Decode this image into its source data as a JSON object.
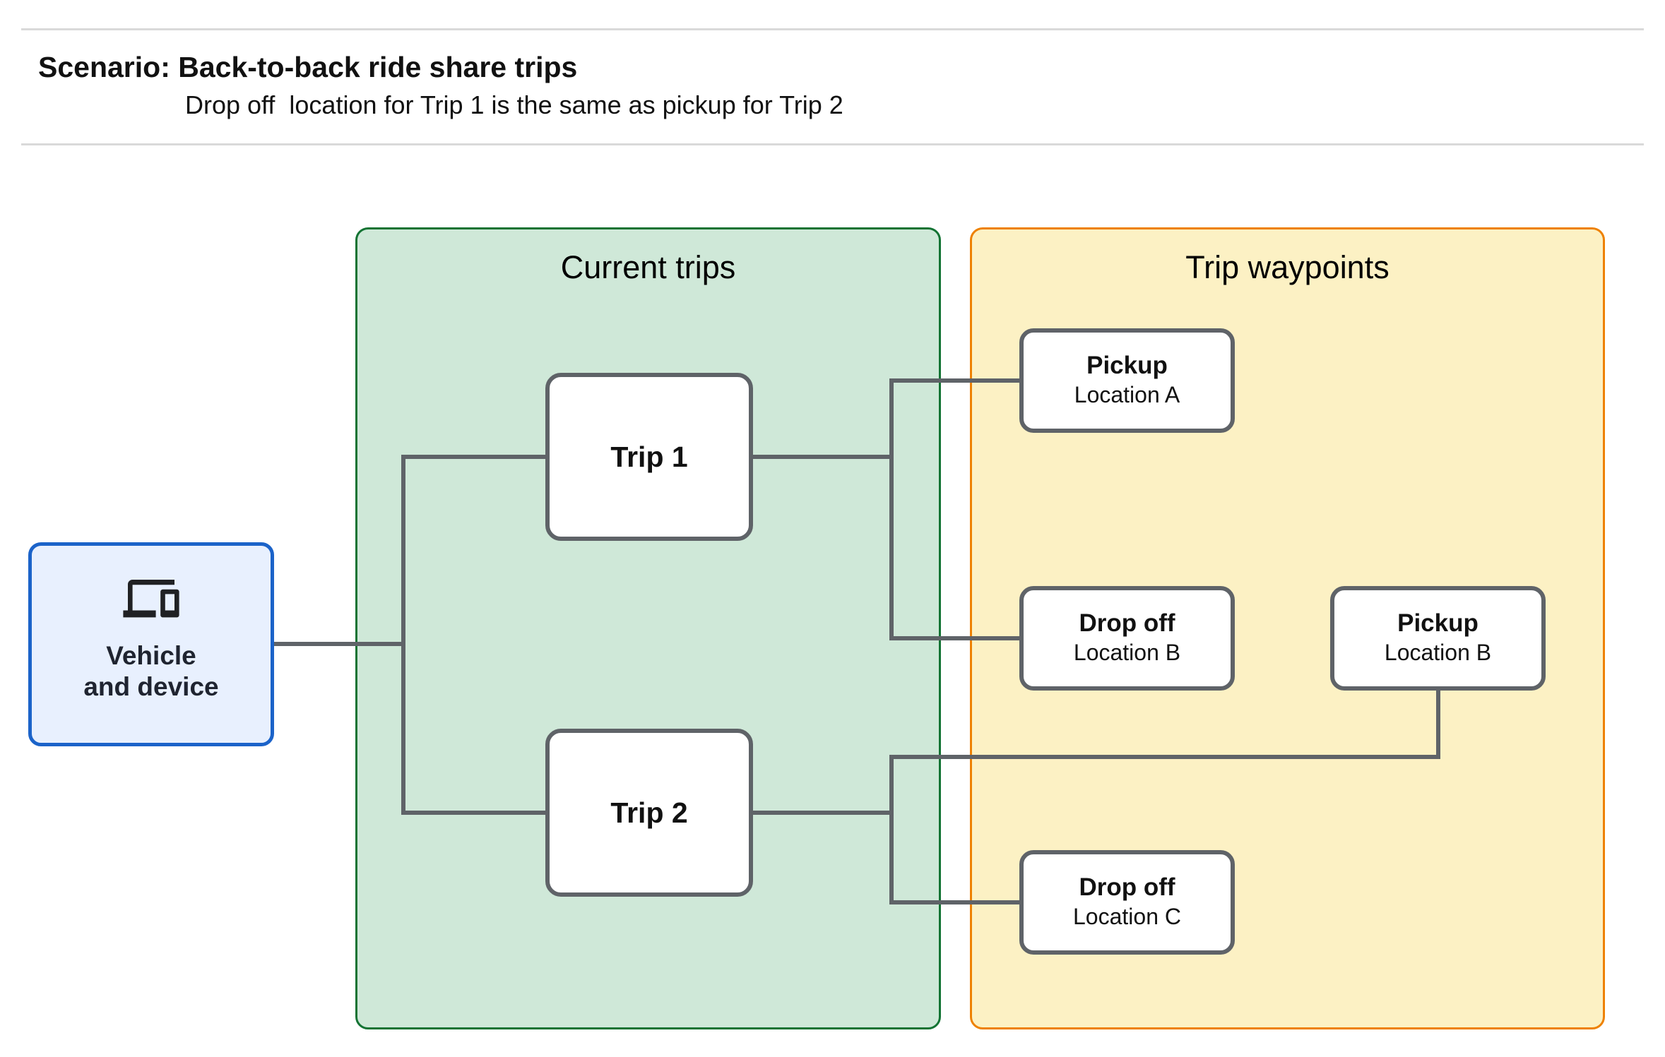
{
  "header": {
    "title": "Scenario: Back-to-back ride share trips",
    "subtitle": "Drop off  location for Trip 1 is the same as pickup for Trip 2"
  },
  "diagram": {
    "vehicle": {
      "icon": "devices-icon",
      "line1": "Vehicle",
      "line2": "and device"
    },
    "panels": {
      "current_trips": {
        "title": "Current trips"
      },
      "trip_waypoints": {
        "title": "Trip waypoints"
      }
    },
    "trips": [
      {
        "label": "Trip 1"
      },
      {
        "label": "Trip 2"
      }
    ],
    "waypoints": [
      {
        "title": "Pickup",
        "subtitle": "Location A"
      },
      {
        "title": "Drop off",
        "subtitle": "Location B"
      },
      {
        "title": "Pickup",
        "subtitle": "Location B"
      },
      {
        "title": "Drop off",
        "subtitle": "Location C"
      }
    ]
  },
  "colors": {
    "vehicle_fill": "#e8f0fe",
    "vehicle_border": "#1b63c9",
    "current_trips_fill": "#cfe8d8",
    "current_trips_border": "#137333",
    "trip_waypoints_fill": "#fcf1c4",
    "trip_waypoints_border": "#ee8100",
    "connector_gray": "#5f6368",
    "divider_gray": "#d9d9d9",
    "node_fill": "#ffffff"
  }
}
